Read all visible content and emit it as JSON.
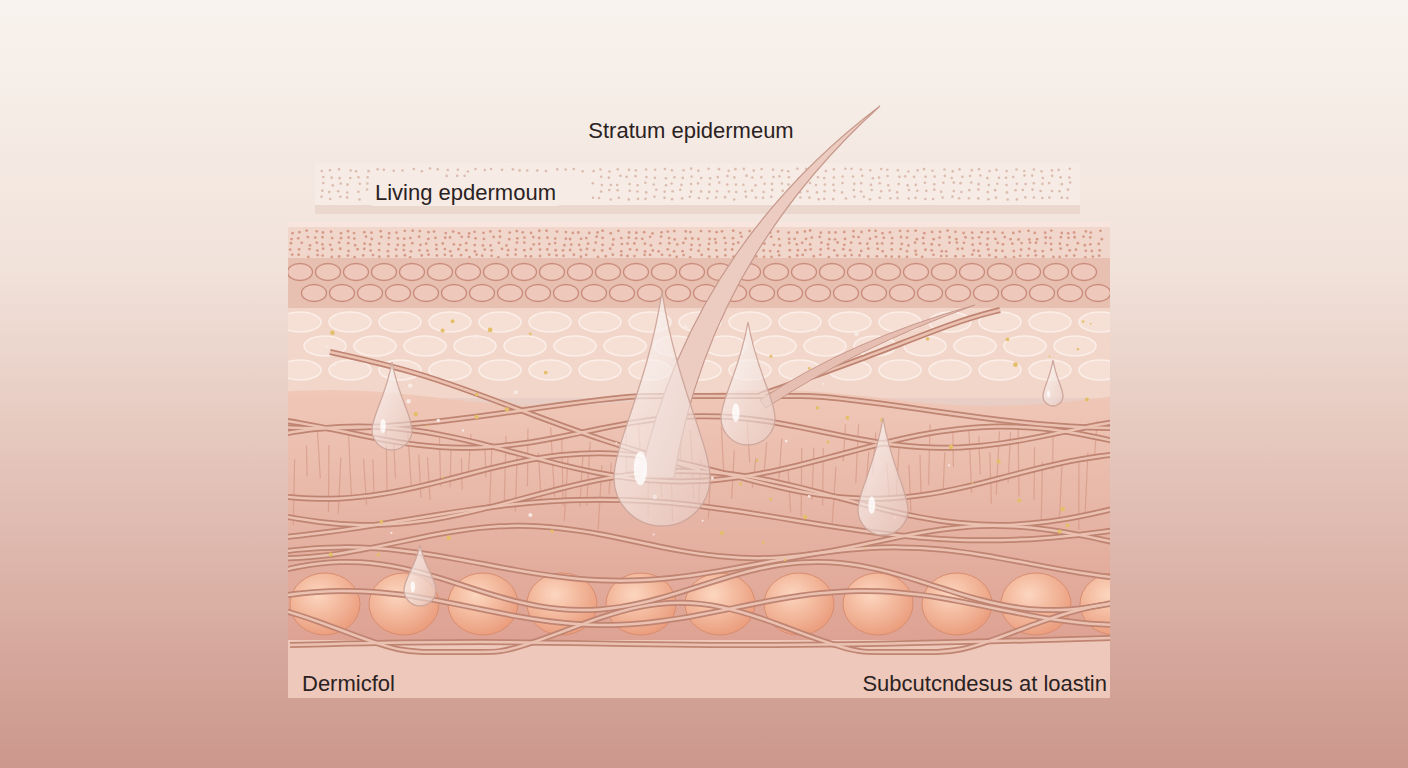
{
  "diagram": {
    "labels": [
      "Stratum epidermeum",
      "Living epdermoum",
      "Dermicfol",
      "Subcutcndesus at loastin"
    ]
  }
}
